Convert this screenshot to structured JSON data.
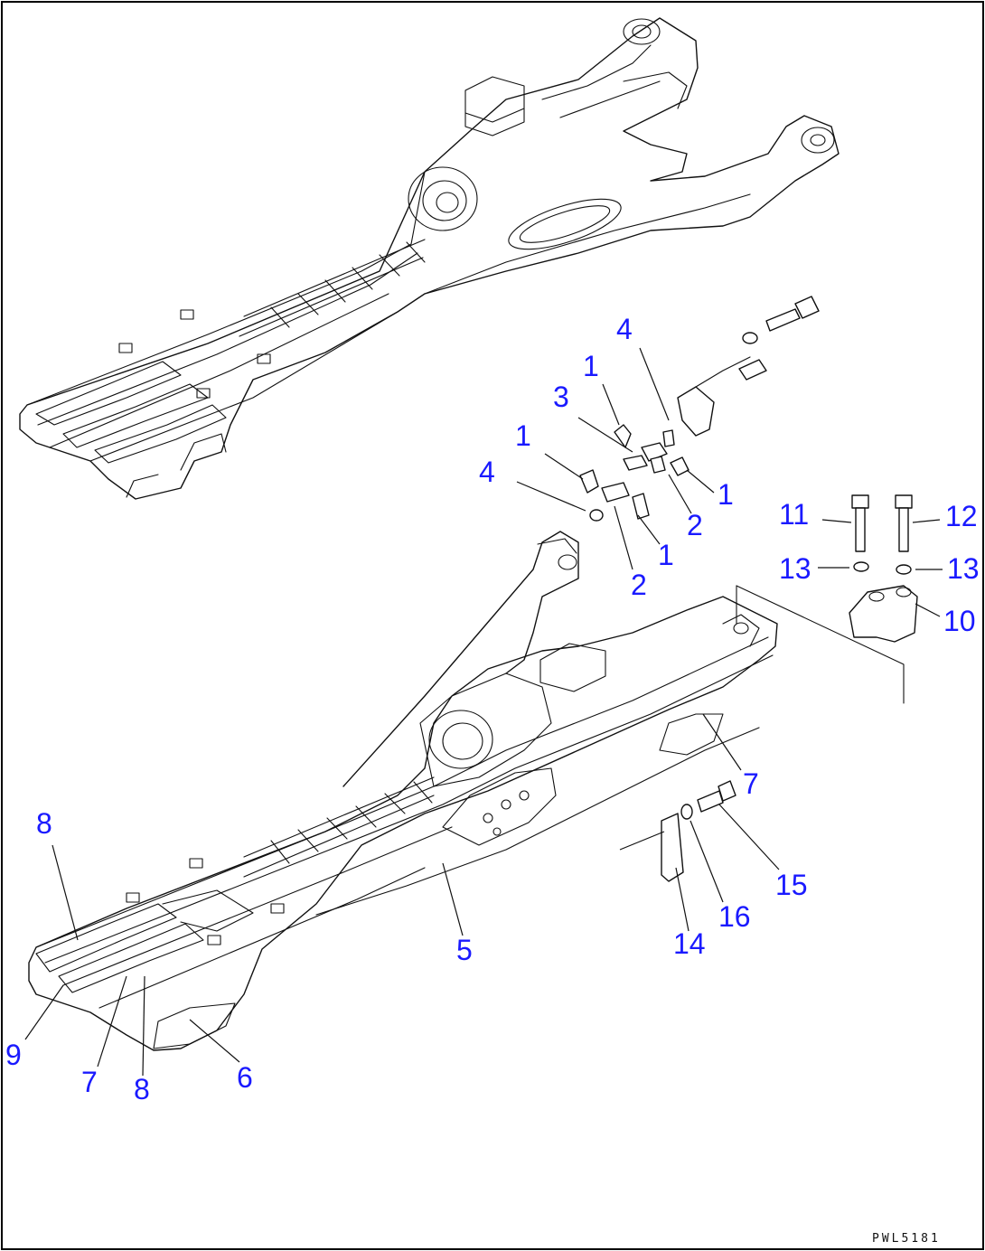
{
  "callouts": {
    "c1a": "1",
    "c1b": "1",
    "c1c": "1",
    "c1d": "1",
    "c2a": "2",
    "c2b": "2",
    "c3": "3",
    "c4a": "4",
    "c4b": "4",
    "c5": "5",
    "c6": "6",
    "c7a": "7",
    "c7b": "7",
    "c8a": "8",
    "c8b": "8",
    "c9": "9",
    "c10": "10",
    "c11": "11",
    "c12": "12",
    "c13a": "13",
    "c13b": "13",
    "c14": "14",
    "c15": "15",
    "c16": "16"
  },
  "drawing_code": "PWL5181",
  "colors": {
    "callout": "#1a1aff",
    "line": "#111111",
    "background": "#ffffff"
  }
}
